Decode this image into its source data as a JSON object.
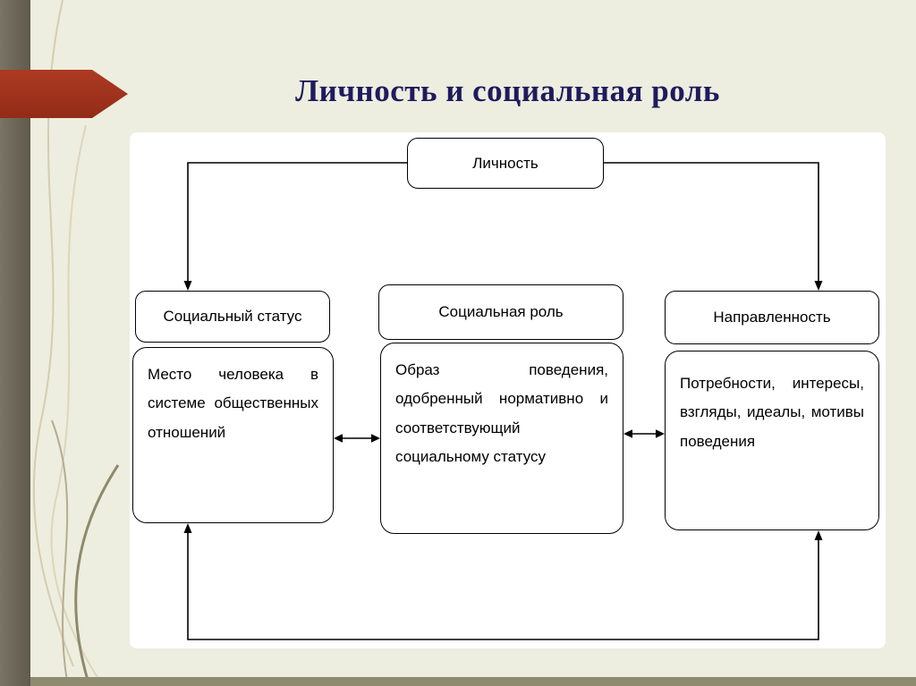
{
  "slide": {
    "title": "Личность и социальная роль"
  },
  "theme": {
    "background": "#EDEEDF",
    "sidebar_stripe": "#6B675C",
    "accent_arrow_red": "#A5301D",
    "bottom_stripe": "#8E8B71",
    "title_color": "#1E1B5E",
    "panel_background": "#FFFFFF",
    "diagram_stroke": "#000000"
  },
  "diagram": {
    "root_label": "Личность",
    "columns": [
      {
        "header": "Социальный статус",
        "body": "Место человека в системе общественных отношений"
      },
      {
        "header": "Социальная роль",
        "body": "Образ поведения, одобренный нормативно и соответствующий социальному статусу"
      },
      {
        "header": "Направленность",
        "body": "Потребности, интересы, взгляды, идеалы, мотивы поведения"
      }
    ]
  }
}
